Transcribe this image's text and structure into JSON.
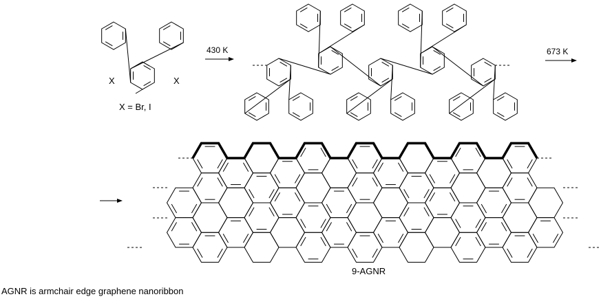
{
  "monomer": {
    "substituent_left": "X",
    "substituent_right": "X",
    "definition": "X = Br, I"
  },
  "step1": {
    "condition": "430 K"
  },
  "step2": {
    "condition": "673 K"
  },
  "product": {
    "name": "9-AGNR"
  },
  "footnote": "AGNR is armchair edge graphene nanoribbon",
  "colors": {
    "line": "#000000",
    "background": "#ffffff"
  }
}
